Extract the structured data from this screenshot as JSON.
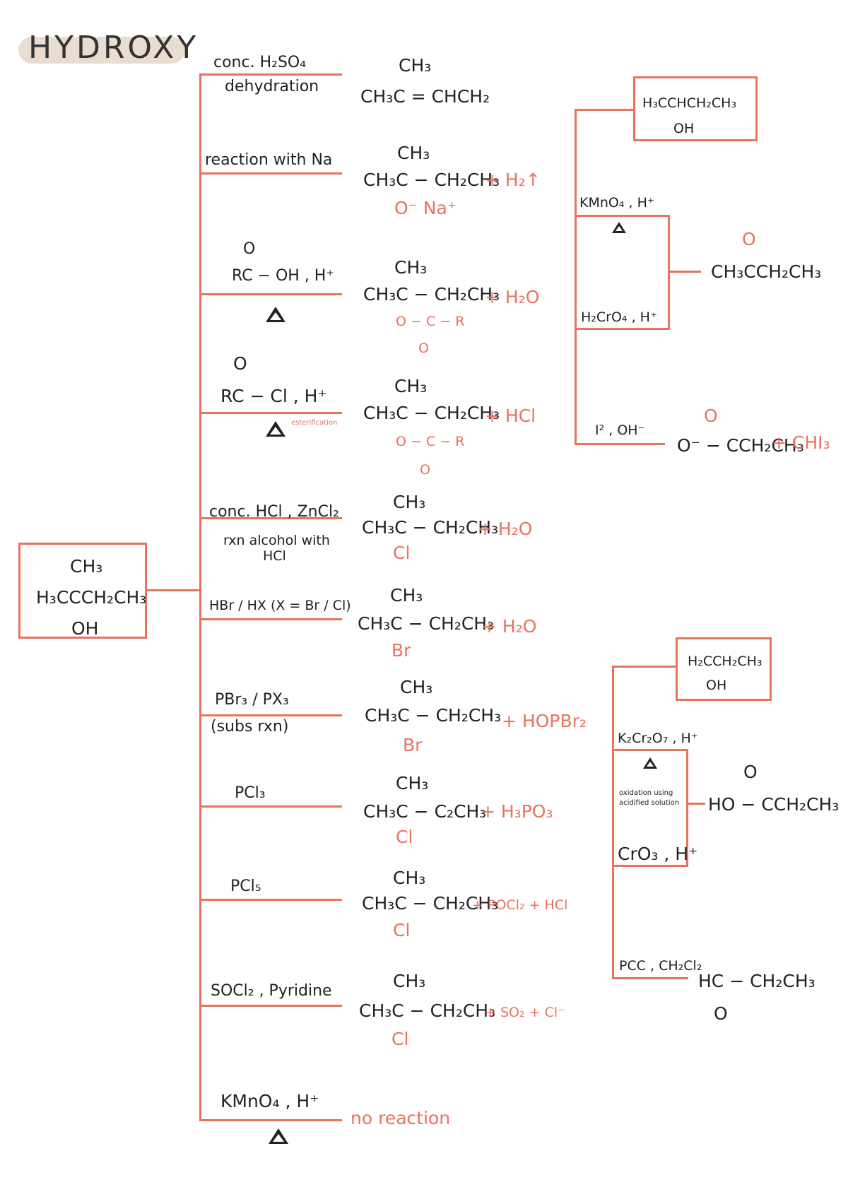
{
  "title": "HYDROXY",
  "start": {
    "l1": "CH₃",
    "l2": "H₃CCCH₂CH₃",
    "l3": "OH"
  },
  "reactions": [
    {
      "reagent": "conc. H₂SO₄",
      "reagent2": "dehydration",
      "p_top": "CH₃",
      "p_main": "CH₃C = CHCH₂",
      "p_bottom": "",
      "byproduct": ""
    },
    {
      "reagent": "reaction with Na",
      "p_top": "CH₃",
      "p_main": "CH₃C − CH₂CH₃",
      "p_bottom": "O⁻ Na⁺",
      "byproduct": "+  H₂↑"
    },
    {
      "reagent_top": "O",
      "reagent": "RC − OH , H⁺",
      "p_top": "CH₃",
      "p_main": "CH₃C − CH₂CH₃",
      "p_bottom": "O − C − R",
      "p_bottom2": "O",
      "byproduct": "+  H₂O"
    },
    {
      "reagent_top": "O",
      "reagent": "RC − Cl , H⁺",
      "note": "esterification",
      "p_top": "CH₃",
      "p_main": "CH₃C − CH₂CH₃",
      "p_bottom": "O − C − R",
      "p_bottom2": "O",
      "byproduct": "+  HCl"
    },
    {
      "reagent": "conc. HCl , ZnCl₂",
      "reagent2": "rxn alcohol with",
      "reagent3": "HCl",
      "p_top": "CH₃",
      "p_main": "CH₃C − CH₂CH₃",
      "p_bottom": "Cl",
      "byproduct": "+  H₂O"
    },
    {
      "reagent": "HBr / HX (X = Br / Cl)",
      "p_top": "CH₃",
      "p_main": "CH₃C − CH₂CH₃",
      "p_bottom": "Br",
      "byproduct": "+  H₂O"
    },
    {
      "reagent": "PBr₃ / PX₃",
      "reagent2": "(subs rxn)",
      "p_top": "CH₃",
      "p_main": "CH₃C − CH₂CH₃",
      "p_bottom": "Br",
      "byproduct": "+  HOPBr₂"
    },
    {
      "reagent": "PCl₃",
      "p_top": "CH₃",
      "p_main": "CH₃C − C₂CH₃",
      "p_bottom": "Cl",
      "byproduct": "+  H₃PO₃"
    },
    {
      "reagent": "PCl₅",
      "p_top": "CH₃",
      "p_main": "CH₃C − CH₂CH₃",
      "p_bottom": "Cl",
      "byproduct": "+  POCl₂  +  HCl"
    },
    {
      "reagent": "SOCl₂ , Pyridine",
      "p_top": "CH₃",
      "p_main": "CH₃C − CH₂CH₃",
      "p_bottom": "Cl",
      "byproduct": "+  SO₂  +  Cl⁻"
    },
    {
      "reagent": "KMnO₄ , H⁺",
      "result": "no reaction"
    }
  ],
  "secondary": {
    "box": {
      "l1": "H₃CCHCH₂CH₃",
      "l2": "OH"
    },
    "kmno4": "KMnO₄ , H⁺",
    "h2cro4": "H₂CrO₄ , H⁺",
    "ketone_o": "O",
    "ketone": "CH₃CCH₂CH₃",
    "iodo": "I² , OH⁻",
    "iodo_o": "O",
    "iodo_main": "O⁻ − CCH₂CH₃",
    "iodo_by": "+ CHI₃"
  },
  "primary": {
    "box": {
      "l1": "H₂CCH₂CH₃",
      "l2": "OH"
    },
    "k2cr2o7": "K₂Cr₂O₇ , H⁺",
    "note1": "oxidation using",
    "note2": "acidified solution",
    "cro3": "CrO₃ , H⁺",
    "acid_o": "O",
    "acid": "HO − CCH₂CH₃",
    "pcc": "PCC , CH₂Cl₂",
    "aldehyde": "HC − CH₂CH₃",
    "aldehyde_o": "O"
  }
}
